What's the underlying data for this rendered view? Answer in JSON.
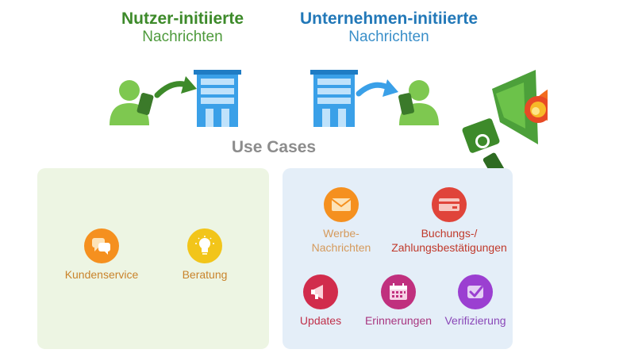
{
  "headings": {
    "user": {
      "bold": "Nutzer-initiierte",
      "light": "Nachrichten"
    },
    "company": {
      "bold": "Unternehmen-initiierte",
      "light": "Nachrichten"
    }
  },
  "section_title": "Use Cases",
  "user_cases": [
    {
      "label": "Kundenservice",
      "icon": "chat-bubbles-icon",
      "color": "#f5901f",
      "text_color": "#c9832b"
    },
    {
      "label": "Beratung",
      "icon": "lightbulb-icon",
      "color": "#f2c51a",
      "text_color": "#c9832b"
    }
  ],
  "company_cases": [
    {
      "label_1": "Werbe-",
      "label_2": "Nachrichten",
      "icon": "envelope-icon",
      "color": "#f5901f",
      "text_color": "#d59a5c"
    },
    {
      "label_1": "Buchungs-/",
      "label_2": "Zahlungsbestätigungen",
      "icon": "credit-card-icon",
      "color": "#e0443a",
      "text_color": "#c0392b"
    },
    {
      "label": "Updates",
      "icon": "megaphone-icon",
      "color": "#d12c4c",
      "text_color": "#c0304a"
    },
    {
      "label": "Erinnerungen",
      "icon": "calendar-icon",
      "color": "#c0307e",
      "text_color": "#a8357f"
    },
    {
      "label": "Verifizierung",
      "icon": "checkmark-icon",
      "color": "#9b3fd1",
      "text_color": "#8a47b8"
    }
  ],
  "colors": {
    "user_green": "#3d8a2a",
    "company_blue": "#2278b8",
    "person_green": "#7ec850",
    "building_blue": "#3aa0e8"
  }
}
